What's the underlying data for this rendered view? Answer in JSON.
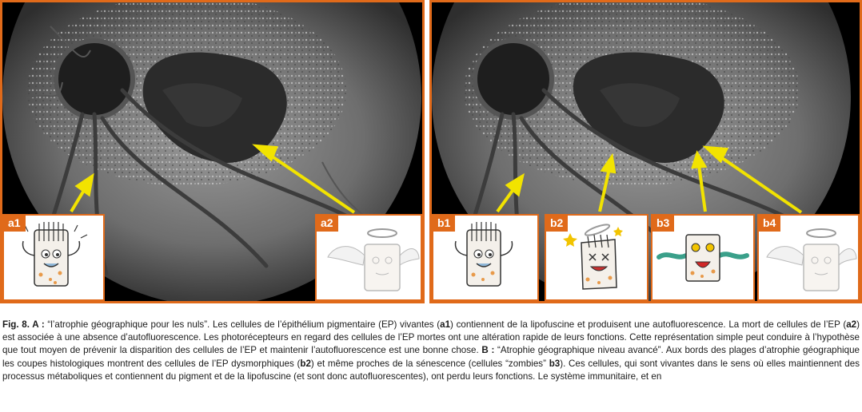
{
  "panels": {
    "a": {
      "labels": [
        "a1",
        "a2"
      ]
    },
    "b": {
      "labels": [
        "b1",
        "b2",
        "b3",
        "b4"
      ]
    }
  },
  "colors": {
    "accent": "#e06a1a",
    "arrow": "#f2e300"
  },
  "caption": {
    "lead": "Fig. 8. A :",
    "t1": " “l’atrophie géographique pour les nuls”. Les cellules de l’épithélium pigmentaire (EP) vivantes (",
    "r1": "a1",
    "t2": ") contiennent de la lipofuscine et produisent une autofluorescence. La mort de cellules de l’EP (",
    "r2": "a2",
    "t3": ") est associée à une absence d’autofluorescence. Les photorécepteurs en regard des cellules de l’EP mortes ont une altération rapide de leurs fonctions. Cette représentation simple peut conduire à l’hypothèse que tout moyen de prévenir la disparition des cellules de l’EP et maintenir l’autofluorescence est une bonne chose. ",
    "lead_b": "B :",
    "t4": " “Atrophie géographique niveau avancé”. Aux bords des plages d’atrophie géographique les coupes histologiques montrent des cellules de l’EP dysmorphiques (",
    "r3": "b2",
    "t5": ") et même proches de la sénescence (cellules “zombies” ",
    "r4": "b3",
    "t6": "). Ces cellules, qui sont vivantes dans le sens où elles maintiennent des processus métaboliques et contiennent du pigment et de la lipofuscine (et sont donc autofluorescentes), ont perdu leurs fonctions. Le système immunitaire, et en"
  }
}
